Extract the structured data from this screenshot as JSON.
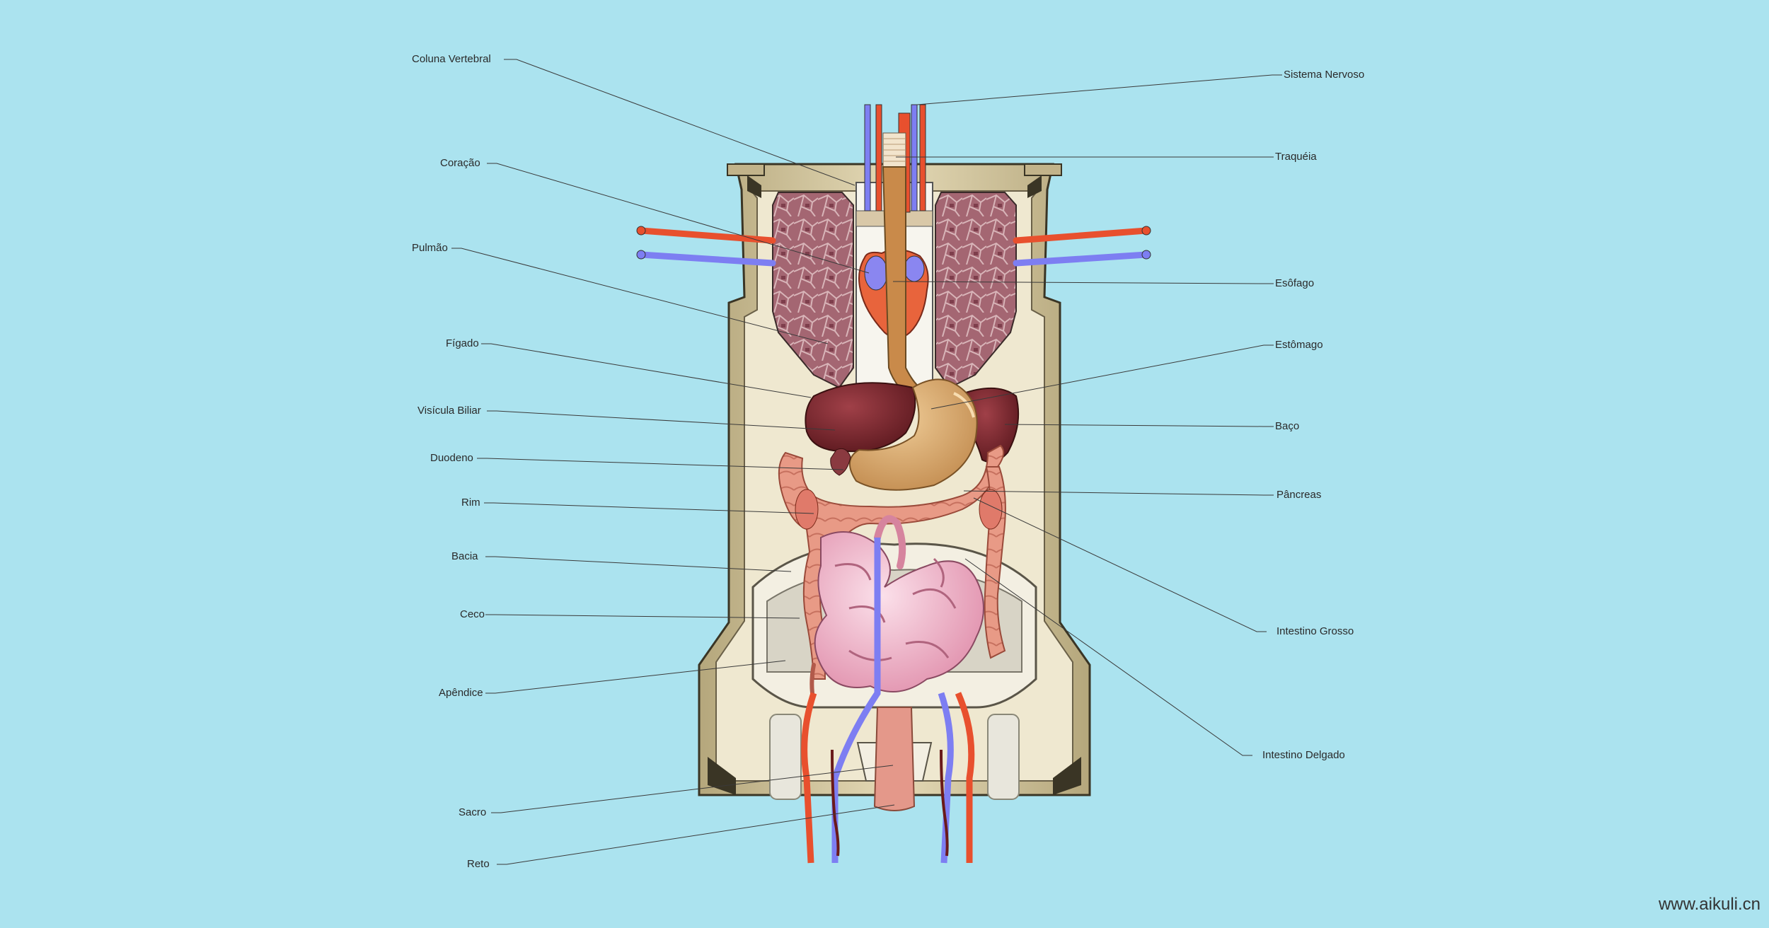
{
  "labels_left": [
    {
      "id": "coluna-vertebral",
      "text": "Coluna Vertebral"
    },
    {
      "id": "coracao",
      "text": "Coração"
    },
    {
      "id": "pulmao",
      "text": "Pulmão"
    },
    {
      "id": "figado",
      "text": "Fígado"
    },
    {
      "id": "visicula-biliar",
      "text": "Visícula Biliar"
    },
    {
      "id": "duodeno",
      "text": "Duodeno"
    },
    {
      "id": "rim",
      "text": "Rim"
    },
    {
      "id": "bacia",
      "text": "Bacia"
    },
    {
      "id": "ceco",
      "text": "Ceco"
    },
    {
      "id": "apendice",
      "text": "Apêndice"
    },
    {
      "id": "sacro",
      "text": "Sacro"
    },
    {
      "id": "reto",
      "text": "Reto"
    }
  ],
  "labels_right": [
    {
      "id": "sistema-nervoso",
      "text": "Sistema Nervoso"
    },
    {
      "id": "traqueia",
      "text": "Traquéia"
    },
    {
      "id": "esofago",
      "text": "Esôfago"
    },
    {
      "id": "estomago",
      "text": "Estômago"
    },
    {
      "id": "baco",
      "text": "Baço"
    },
    {
      "id": "pancreas",
      "text": "Pâncreas"
    },
    {
      "id": "intestino-grosso",
      "text": "Intestino Grosso"
    },
    {
      "id": "intestino-delgado",
      "text": "Intestino Delgado"
    }
  ],
  "watermark": "www.aikuli.cn",
  "colors": {
    "background": "#abe3ef",
    "body_shell": "#c9bc95",
    "shell_inner": "#e6dcbc",
    "lung": "#a86a74",
    "liver": "#7a2a2e",
    "stomach": "#d8a86c",
    "large_intestine": "#e99a8a",
    "small_intestine": "#f0b8cc",
    "artery": "#e8502e",
    "vein": "#7d7ef2",
    "esophagus": "#c98a4a",
    "heart": "#e8643c"
  }
}
